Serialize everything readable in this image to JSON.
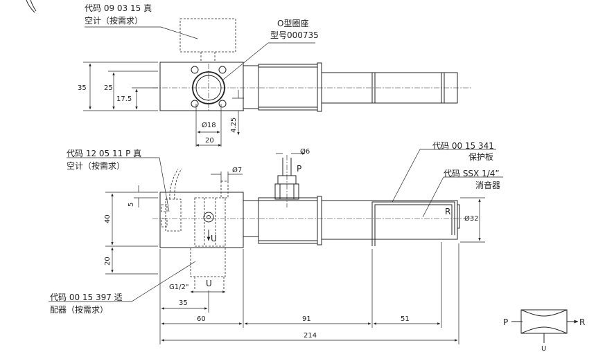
{
  "labels": {
    "vacuum_top_code": "代码 09 03 15 真",
    "vacuum_top_note": "空计（按需求）",
    "oring_title": "O型圈座",
    "oring_model": "型号000735",
    "vacuum_side_code": "代码 12 05 11 P 真",
    "vacuum_side_note": "空计（按需求）",
    "plate_code": "代码 00 15 341",
    "plate_name": "保护板",
    "muffler_code": "代码 SSX 1/4”",
    "muffler_name": "消音器",
    "adapter_code": "代码 00 15 397 适",
    "adapter_note": "配器（按需求）"
  },
  "port_letters": {
    "p": "P",
    "u": "U",
    "r": "R"
  },
  "dimensions": {
    "top_height_35": "35",
    "top_height_25": "25",
    "top_height_17_5": "17.5",
    "top_dia_18": "Ø18",
    "top_width_20": "20",
    "top_offset_4_25": "4.25",
    "side_dia_6": "Ø6",
    "side_dia_7": "Ø7",
    "side_5": "5",
    "side_40": "40",
    "side_20": "20",
    "side_thread": "G1/2\"",
    "side_35": "35",
    "side_60": "60",
    "side_91": "91",
    "side_51": "51",
    "side_214": "214",
    "side_dia_32": "Ø32"
  },
  "symbol": {
    "inlet": "P",
    "outlet": "R",
    "vacuum": "U"
  }
}
